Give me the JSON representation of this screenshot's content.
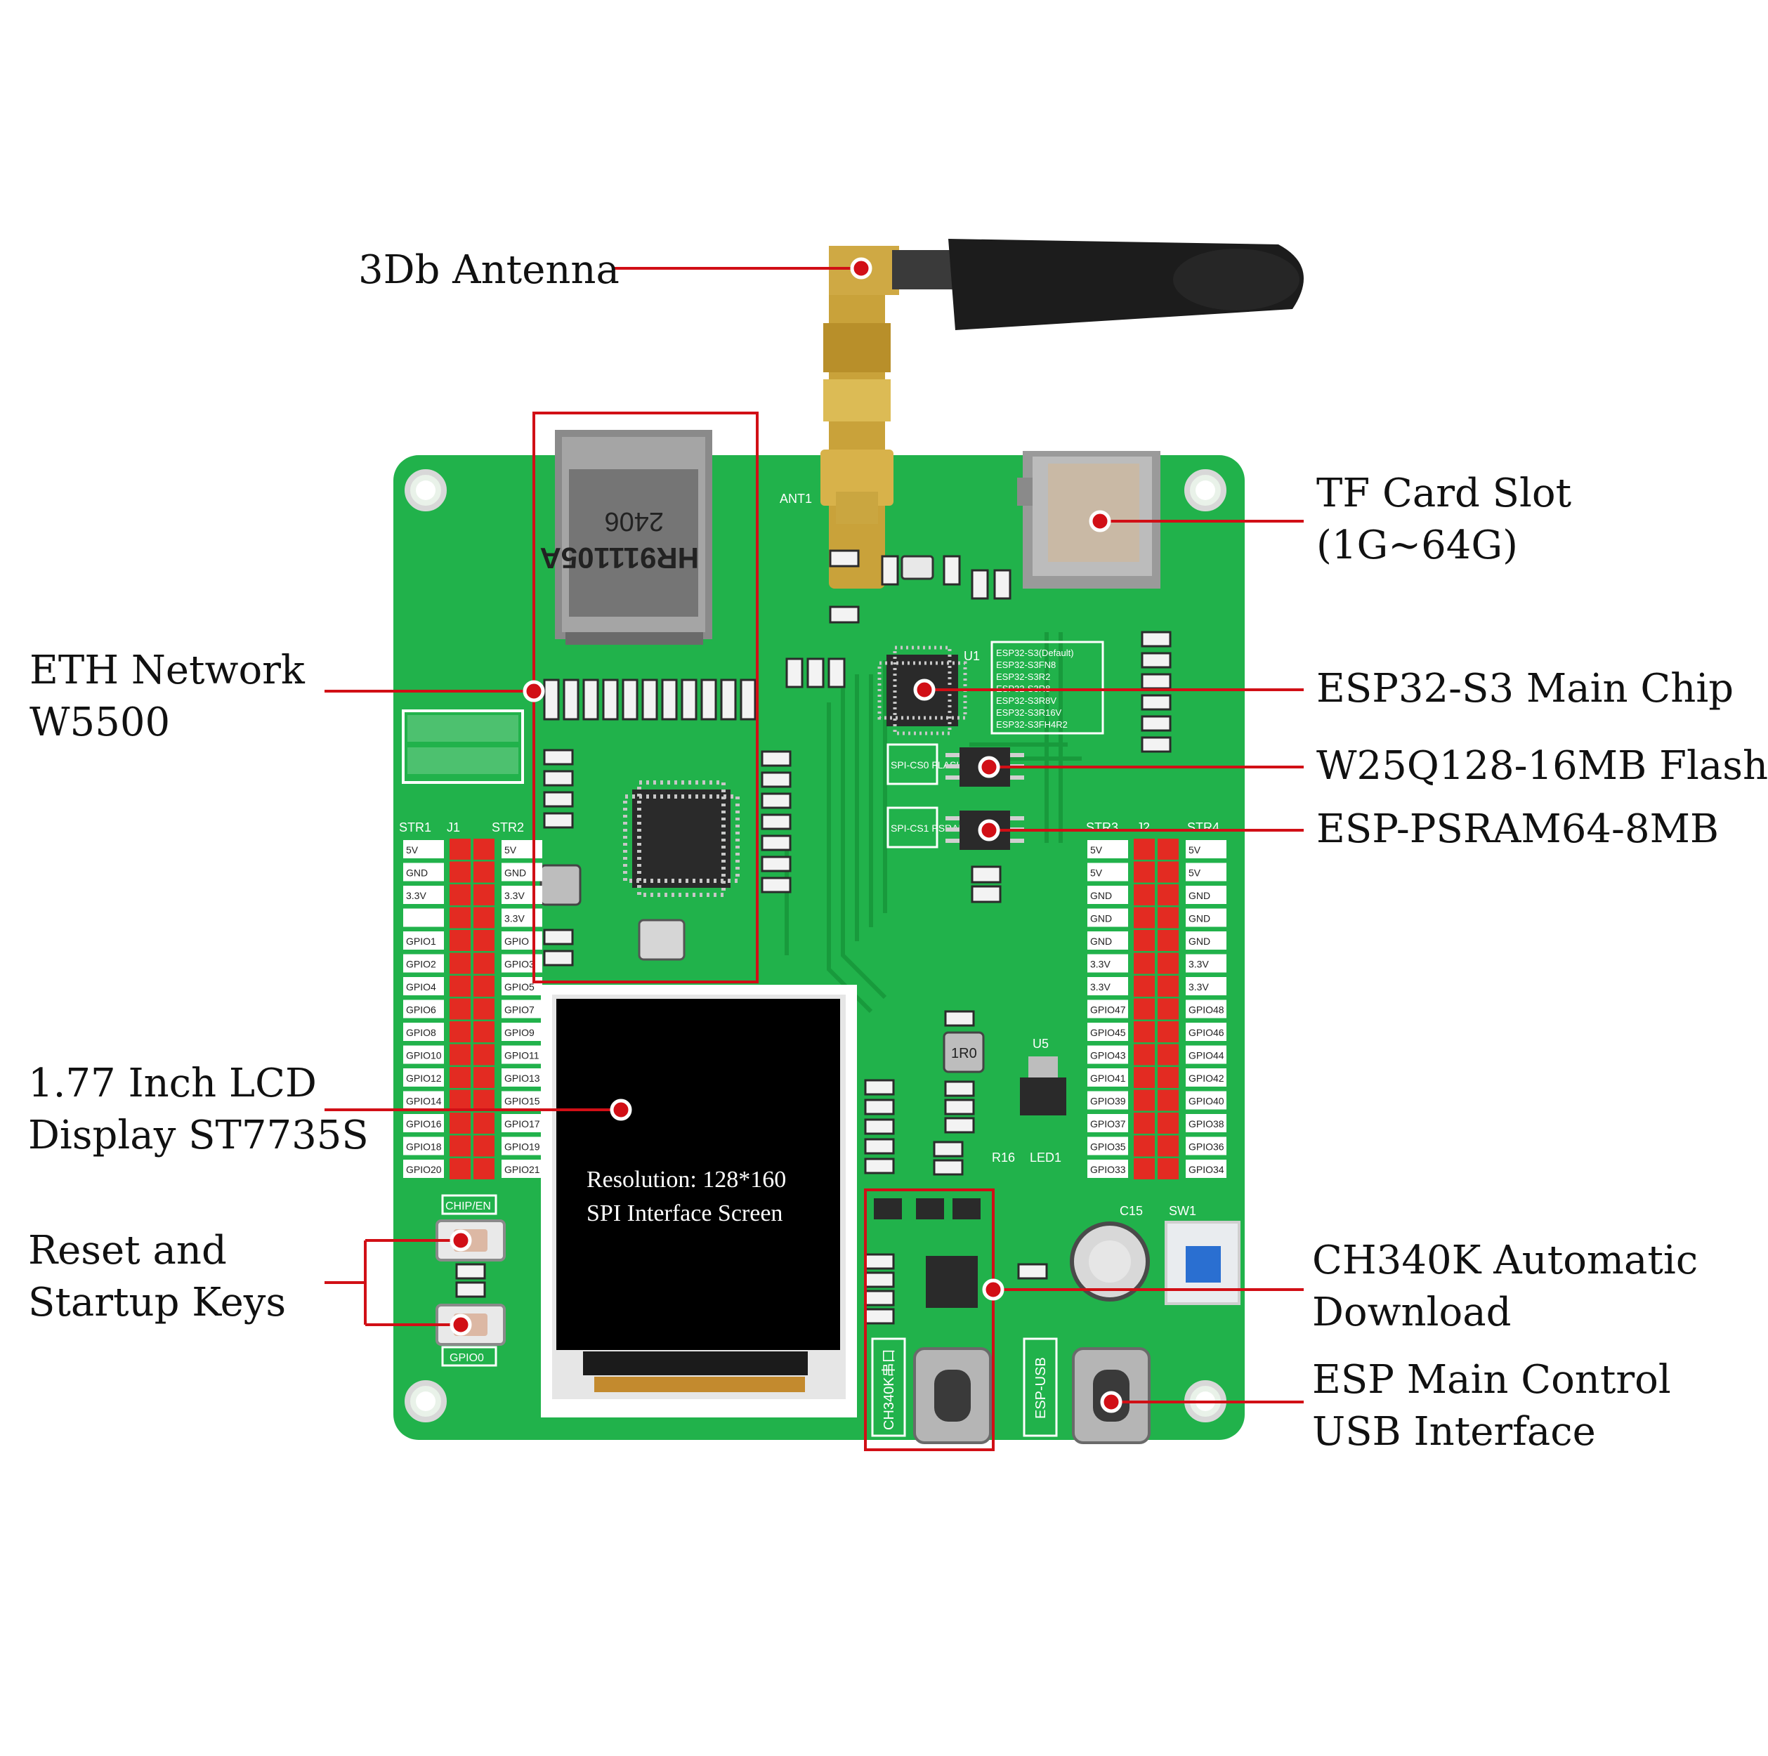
{
  "colors": {
    "pcb_green": "#21b24b",
    "pcb_green_dark": "#16923a",
    "callout_red": "#d10f16",
    "pin_red": "#e32b22",
    "gold": "#c9a23a"
  },
  "callouts": [
    {
      "id": "antenna",
      "lines": [
        "3Db Antenna"
      ]
    },
    {
      "id": "eth",
      "lines": [
        "ETH Network",
        "W5500"
      ]
    },
    {
      "id": "lcd",
      "lines": [
        "1.77 Inch LCD",
        "Display ST7735S"
      ]
    },
    {
      "id": "keys",
      "lines": [
        "Reset and",
        "Startup Keys"
      ]
    },
    {
      "id": "tf",
      "lines": [
        "TF Card Slot",
        "(1G~64G)"
      ]
    },
    {
      "id": "esp32",
      "lines": [
        "ESP32-S3 Main Chip"
      ]
    },
    {
      "id": "flash",
      "lines": [
        "W25Q128-16MB Flash"
      ]
    },
    {
      "id": "psram",
      "lines": [
        "ESP-PSRAM64-8MB"
      ]
    },
    {
      "id": "ch340",
      "lines": [
        "CH340K Automatic",
        "Download"
      ]
    },
    {
      "id": "usb",
      "lines": [
        "ESP Main Control",
        "USB Interface"
      ]
    }
  ],
  "lcd_screen": {
    "line1": "Resolution: 128*160",
    "line2": "SPI Interface Screen"
  },
  "board_silkscreen": {
    "rj45_model": "HR911105A",
    "rj45_date": "2406",
    "ant": "ANT1",
    "header_left": [
      "STR1",
      "J1",
      "STR2"
    ],
    "header_right": [
      "STR3",
      "J2",
      "STR4"
    ],
    "pins_left_outer": [
      "5V",
      "GND",
      "3.3V",
      "",
      "GPIO1",
      "GPIO2",
      "GPIO4",
      "GPIO6",
      "GPIO8",
      "GPIO10",
      "GPIO12",
      "GPIO14",
      "GPIO16",
      "GPIO18",
      "GPIO20"
    ],
    "pins_left_inner": [
      "5V",
      "GND",
      "3.3V",
      "3.3V",
      "GPIO",
      "GPIO3",
      "GPIO5",
      "GPIO7",
      "GPIO9",
      "GPIO11",
      "GPIO13",
      "GPIO15",
      "GPIO17",
      "GPIO19",
      "GPIO21"
    ],
    "pins_right_outer": [
      "5V",
      "5V",
      "GND",
      "GND",
      "GND",
      "3.3V",
      "3.3V",
      "GPIO47",
      "GPIO45",
      "GPIO43",
      "GPIO41",
      "GPIO39",
      "GPIO37",
      "GPIO35",
      "GPIO33"
    ],
    "pins_right_inner": [
      "5V",
      "5V",
      "GND",
      "GND",
      "GND",
      "3.3V",
      "3.3V",
      "GPIO48",
      "GPIO46",
      "GPIO44",
      "GPIO42",
      "GPIO40",
      "GPIO38",
      "GPIO36",
      "GPIO34"
    ],
    "spi_cs0": "SPI-CS0 FLASH",
    "spi_cs1": "SPI-CS1 PSRAM",
    "chip_en": "CHIP/EN",
    "gpio0": "GPIO0",
    "ch340_port": "CH340K串口",
    "esp_usb": "ESP-USB",
    "sw1": "SW1",
    "c15": "C15",
    "u1": "U1",
    "u5": "U5",
    "led1": "LED1",
    "r16": "R16",
    "inductor": "1R0",
    "variants": [
      "ESP32-S3(Default)",
      "ESP32-S3FN8",
      "ESP32-S3R2",
      "ESP32-S3R8",
      "ESP32-S3R8V",
      "ESP32-S3R16V",
      "ESP32-S3FH4R2"
    ]
  }
}
